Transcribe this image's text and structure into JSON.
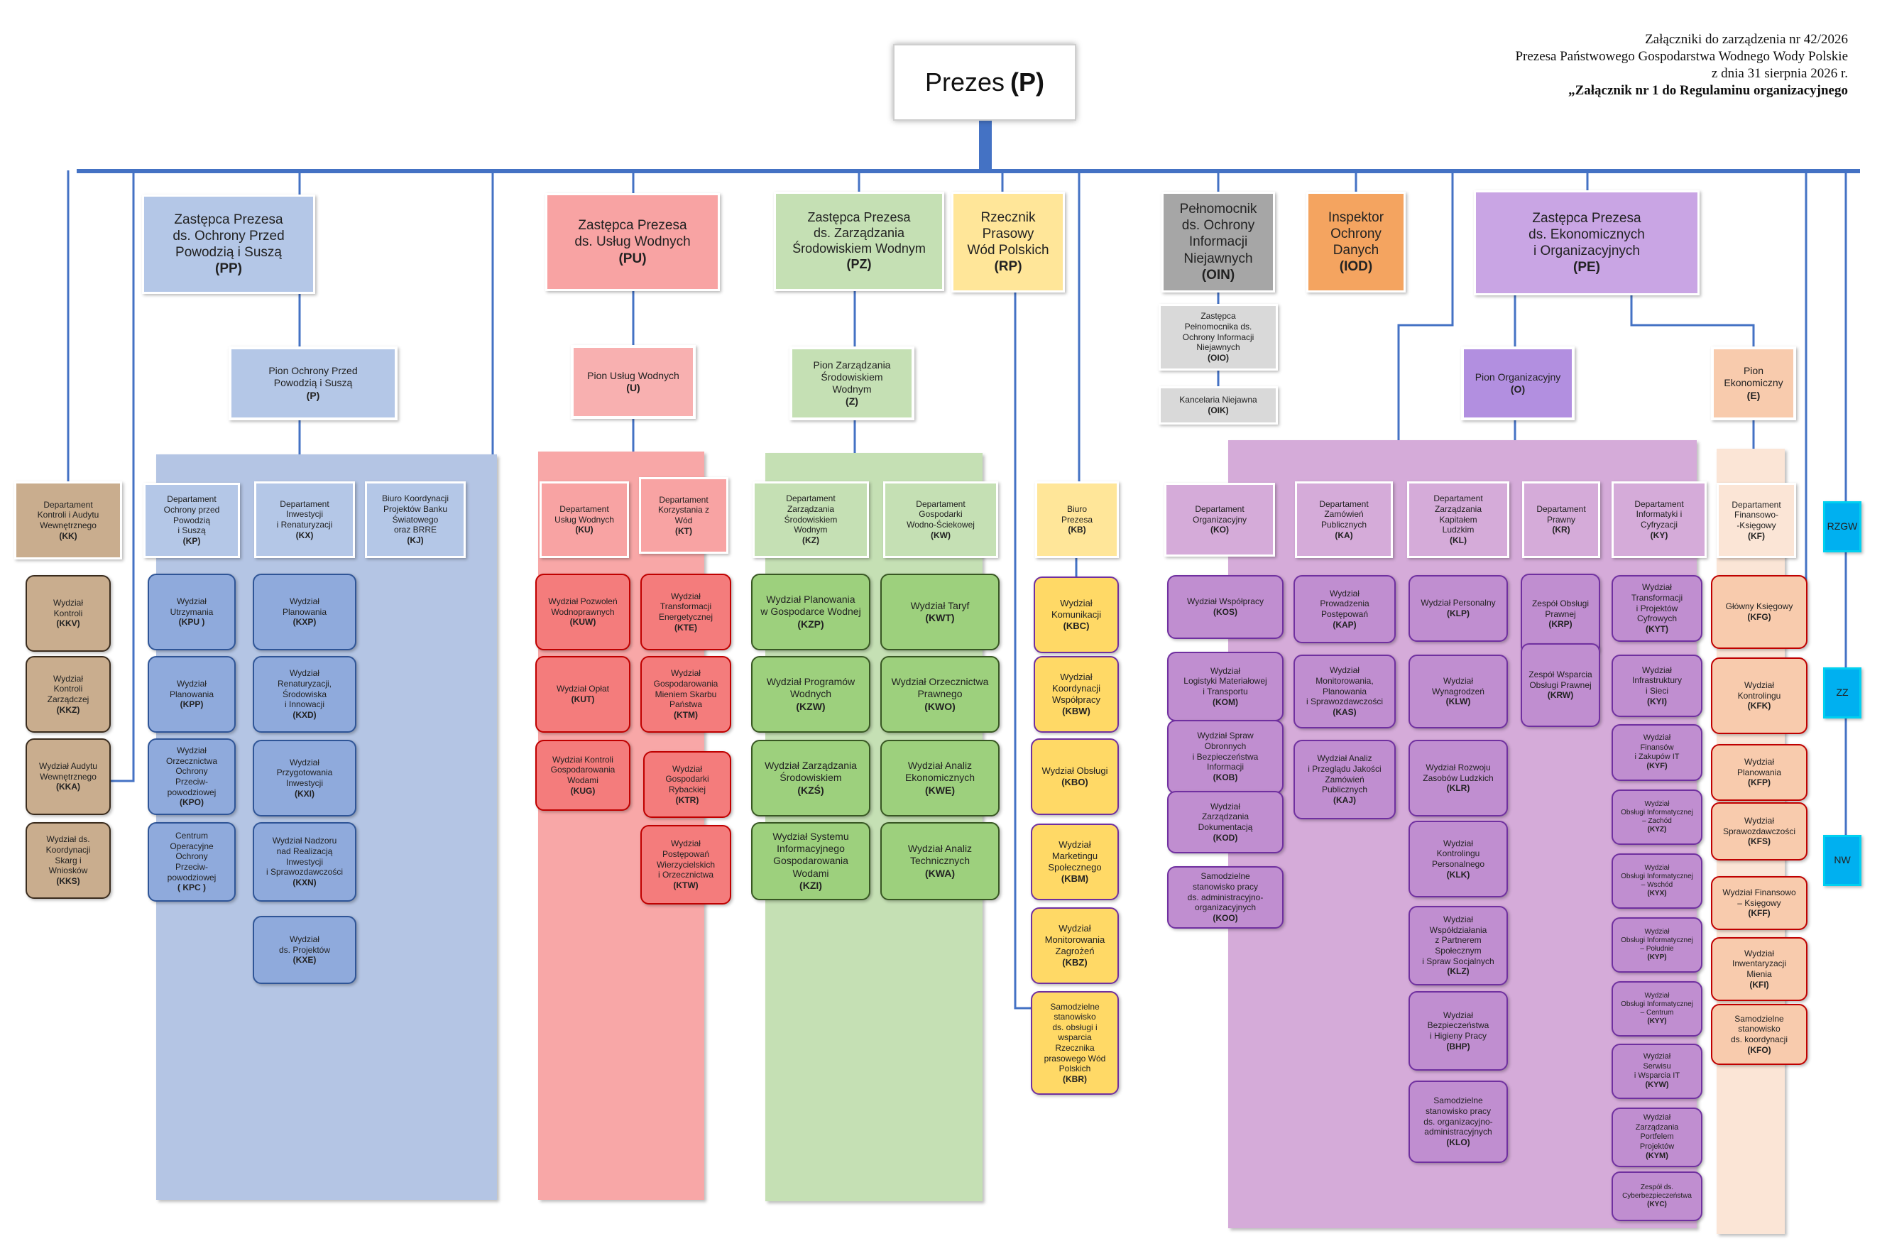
{
  "header": {
    "line1": "Załączniki do zarządzenia nr 42/2026",
    "line2": "Prezesa Państwowego Gospodarstwa Wodnego Wody Polskie",
    "line3": "z dnia 31 sierpnia 2026 r.",
    "line4": "„Załącznik nr 1 do Regulaminu organizacyjnego"
  },
  "colors": {
    "wire": "#4472c4"
  },
  "backgrounds": [
    {
      "id": "bg-pp",
      "color": "#b4c5e4"
    },
    {
      "id": "bg-pu",
      "color": "#f8a7a7"
    },
    {
      "id": "bg-pz",
      "color": "#c5e0b4"
    },
    {
      "id": "bg-pe",
      "color": "#d5abd9"
    },
    {
      "id": "bg-pion-e",
      "color": "#fbe5d6"
    }
  ],
  "units": [
    {
      "id": "p",
      "name": "Prezes",
      "code": "(P)",
      "kind": "top",
      "color": "#ffffff",
      "border": "#cfcfcf"
    },
    {
      "id": "pp",
      "name": "Zastępca Prezesa\nds. Ochrony Przed\nPowodzią i Suszą",
      "code": "(PP)",
      "kind": "dep",
      "color": "#b4c7e7"
    },
    {
      "id": "pu",
      "name": "Zastępca Prezesa\nds. Usług Wodnych",
      "code": "(PU)",
      "kind": "dep",
      "color": "#f8a3a3"
    },
    {
      "id": "pz",
      "name": "Zastępca Prezesa\nds. Zarządzania\nŚrodowiskiem Wodnym",
      "code": "(PZ)",
      "kind": "dep",
      "color": "#c5e0b4"
    },
    {
      "id": "rp",
      "name": "Rzecznik\nPrasowy\nWód Polskich",
      "code": "(RP)",
      "kind": "dep",
      "color": "#ffe699"
    },
    {
      "id": "oin",
      "name": "Pełnomocnik\nds. Ochrony\nInformacji\nNiejawnych",
      "code": "(OIN)",
      "kind": "dep",
      "color": "#a6a6a6"
    },
    {
      "id": "iod",
      "name": "Inspektor\nOchrony\nDanych",
      "code": "(IOD)",
      "kind": "dep",
      "color": "#f4a460"
    },
    {
      "id": "pe",
      "name": "Zastępca Prezesa\nds. Ekonomicznych\ni Organizacyjnych",
      "code": "(PE)",
      "kind": "dep",
      "color": "#c9a5e4"
    },
    {
      "id": "pion-p",
      "name": "Pion Ochrony Przed\nPowodzią i Suszą",
      "code": "(P)",
      "kind": "pion",
      "color": "#b4c7e7",
      "inline": true
    },
    {
      "id": "pion-u",
      "name": "Pion Usług Wodnych",
      "code": "(U)",
      "kind": "pion",
      "color": "#f8b0b0"
    },
    {
      "id": "pion-z",
      "name": "Pion Zarządzania\nŚrodowiskiem\nWodnym",
      "code": "(Z)",
      "kind": "pion",
      "color": "#c5e0b4",
      "inline": true
    },
    {
      "id": "pion-o",
      "name": "Pion Organizacyjny",
      "code": "(O)",
      "kind": "pion",
      "color": "#b28fe0"
    },
    {
      "id": "pion-e",
      "name": "Pion\nEkonomiczny",
      "code": "(E)",
      "kind": "pion",
      "color": "#f8cbad"
    },
    {
      "id": "oio",
      "name": "Zastępca\nPełnomocnika ds.\nOchrony Informacji\nNiejawnych",
      "code": "(OIO)",
      "kind": "dep",
      "color": "#d9d9d9"
    },
    {
      "id": "oik",
      "name": "Kancelaria Niejawna",
      "code": "(OIK)",
      "kind": "dep",
      "color": "#d9d9d9"
    },
    {
      "id": "kk",
      "name": "Departament\nKontroli i Audytu\nWewnętrznego",
      "code": "(KK)",
      "kind": "dep",
      "color": "#c9ad8e"
    },
    {
      "id": "kkv",
      "name": "Wydział\nKontroli",
      "code": "(KKV)",
      "kind": "unit",
      "color": "#c9ad8e",
      "border": "#3a2c1e"
    },
    {
      "id": "kkz",
      "name": "Wydział\nKontroli\nZarządczej",
      "code": "(KKZ)",
      "kind": "unit",
      "color": "#c9ad8e",
      "border": "#3a2c1e"
    },
    {
      "id": "kka",
      "name": "Wydział Audytu\nWewnętrznego",
      "code": "(KKA)",
      "kind": "unit",
      "color": "#c9ad8e",
      "border": "#3a2c1e"
    },
    {
      "id": "kks",
      "name": "Wydział ds.\nKoordynacji\nSkarg i\nWniosków",
      "code": "(KKS)",
      "kind": "unit",
      "color": "#c9ad8e",
      "border": "#3a2c1e"
    },
    {
      "id": "kp",
      "name": "Departament\nOchrony przed\nPowodzią\ni Suszą",
      "code": "(KP)",
      "kind": "dep",
      "color": "#b4c7e7"
    },
    {
      "id": "kx",
      "name": "Departament\nInwestycji\ni Renaturyzacji",
      "code": "(KX)",
      "kind": "dep",
      "color": "#b4c7e7"
    },
    {
      "id": "kj",
      "name": "Biuro Koordynacji\nProjektów Banku\nŚwiatowego\noraz BRRE",
      "code": "(KJ)",
      "kind": "dep",
      "color": "#b4c7e7"
    },
    {
      "id": "kpu",
      "name": "Wydział\nUtrzymania",
      "code": "(KPU )",
      "kind": "unit",
      "color": "#8faadc",
      "border": "#2f5597"
    },
    {
      "id": "kpp",
      "name": "Wydział\nPlanowania",
      "code": "(KPP)",
      "kind": "unit",
      "color": "#8faadc",
      "border": "#2f5597"
    },
    {
      "id": "kpo",
      "name": "Wydział\nOrzecznictwa\nOchrony\nPrzeciw-\npowodziowej",
      "code": "(KPO)",
      "kind": "unit",
      "color": "#8faadc",
      "border": "#2f5597"
    },
    {
      "id": "kpc",
      "name": "Centrum\nOperacyjne\nOchrony\nPrzeciw-\npowodziowej",
      "code": "( KPC )",
      "kind": "unit",
      "color": "#8faadc",
      "border": "#2f5597"
    },
    {
      "id": "kxp",
      "name": "Wydział\nPlanowania",
      "code": "(KXP)",
      "kind": "unit",
      "color": "#8faadc",
      "border": "#2f5597"
    },
    {
      "id": "kxd",
      "name": "Wydział\nRenaturyzacji,\nŚrodowiska\ni Innowacji",
      "code": "(KXD)",
      "kind": "unit",
      "color": "#8faadc",
      "border": "#2f5597"
    },
    {
      "id": "kxi",
      "name": "Wydział\nPrzygotowania\nInwestycji",
      "code": "(KXI)",
      "kind": "unit",
      "color": "#8faadc",
      "border": "#2f5597"
    },
    {
      "id": "kxn",
      "name": "Wydział Nadzoru\nnad Realizacją\nInwestycji\ni Sprawozdawczości",
      "code": "(KXN)",
      "kind": "unit",
      "color": "#8faadc",
      "border": "#2f5597"
    },
    {
      "id": "kxe",
      "name": "Wydział\nds. Projektów",
      "code": "(KXE)",
      "kind": "unit",
      "color": "#8faadc",
      "border": "#2f5597"
    },
    {
      "id": "ku",
      "name": "Departament\nUsług Wodnych",
      "code": "(KU)",
      "kind": "dep",
      "color": "#f8a3a3"
    },
    {
      "id": "kt",
      "name": "Departament\nKorzystania z\nWód",
      "code": "(KT)",
      "kind": "dep",
      "color": "#f8a3a3"
    },
    {
      "id": "kuw",
      "name": "Wydział Pozwoleń\nWodnoprawnych",
      "code": "(KUW)",
      "kind": "unit",
      "color": "#f47c7c",
      "border": "#c00000"
    },
    {
      "id": "kut",
      "name": "Wydział Opłat",
      "code": "(KUT)",
      "kind": "unit",
      "color": "#f47c7c",
      "border": "#c00000"
    },
    {
      "id": "kug",
      "name": "Wydział Kontroli\nGospodarowania\nWodami",
      "code": "(KUG)",
      "kind": "unit",
      "color": "#f47c7c",
      "border": "#c00000"
    },
    {
      "id": "kte",
      "name": "Wydział\nTransformacji\nEnergetycznej",
      "code": "(KTE)",
      "kind": "unit",
      "color": "#f47c7c",
      "border": "#c00000"
    },
    {
      "id": "ktm",
      "name": "Wydział\nGospodarowania\nMieniem Skarbu\nPaństwa",
      "code": "(KTM)",
      "kind": "unit",
      "color": "#f47c7c",
      "border": "#c00000"
    },
    {
      "id": "ktr",
      "name": "Wydział\nGospodarki\nRybackiej",
      "code": "(KTR)",
      "kind": "unit",
      "color": "#f47c7c",
      "border": "#c00000"
    },
    {
      "id": "ktw",
      "name": "Wydział\nPostępowań\nWierzycielskich\ni Orzecznictwa",
      "code": "(KTW)",
      "kind": "unit",
      "color": "#f47c7c",
      "border": "#c00000"
    },
    {
      "id": "kz",
      "name": "Departament\nZarządzania\nŚrodowiskiem\nWodnym",
      "code": "(KZ)",
      "kind": "dep",
      "color": "#c5e0b4"
    },
    {
      "id": "kw",
      "name": "Departament\nGospodarki\nWodno-Ściekowej",
      "code": "(KW)",
      "kind": "dep",
      "color": "#c5e0b4"
    },
    {
      "id": "kzp",
      "name": "Wydział Planowania\nw Gospodarce Wodnej",
      "code": "(KZP)",
      "kind": "unit",
      "color": "#9dd07d",
      "border": "#385723"
    },
    {
      "id": "kzw",
      "name": "Wydział Programów\nWodnych",
      "code": "(KZW)",
      "kind": "unit",
      "color": "#9dd07d",
      "border": "#385723"
    },
    {
      "id": "kzs",
      "name": "Wydział Zarządzania\nŚrodowiskiem",
      "code": "(KZŚ)",
      "kind": "unit",
      "color": "#9dd07d",
      "border": "#385723"
    },
    {
      "id": "kzi",
      "name": "Wydział Systemu\nInformacyjnego\nGospodarowania\nWodami",
      "code": "(KZI)",
      "kind": "unit",
      "color": "#9dd07d",
      "border": "#385723"
    },
    {
      "id": "kwt",
      "name": "Wydział Taryf",
      "code": "(KWT)",
      "kind": "unit",
      "color": "#9dd07d",
      "border": "#385723"
    },
    {
      "id": "kwo",
      "name": "Wydział Orzecznictwa\nPrawnego",
      "code": "(KWO)",
      "kind": "unit",
      "color": "#9dd07d",
      "border": "#385723"
    },
    {
      "id": "kwe",
      "name": "Wydział Analiz\nEkonomicznych",
      "code": "(KWE)",
      "kind": "unit",
      "color": "#9dd07d",
      "border": "#385723"
    },
    {
      "id": "kwa",
      "name": "Wydział Analiz\nTechnicznych",
      "code": "(KWA)",
      "kind": "unit",
      "color": "#9dd07d",
      "border": "#385723"
    },
    {
      "id": "kb",
      "name": "Biuro\nPrezesa",
      "code": "(KB)",
      "kind": "dep",
      "color": "#ffe699"
    },
    {
      "id": "kbc",
      "name": "Wydział\nKomunikacji",
      "code": "(KBC)",
      "kind": "unit",
      "color": "#ffd966",
      "border": "#7030a0"
    },
    {
      "id": "kbw",
      "name": "Wydział\nKoordynacji\nWspółpracy",
      "code": "(KBW)",
      "kind": "unit",
      "color": "#ffd966",
      "border": "#7030a0"
    },
    {
      "id": "kbo",
      "name": "Wydział Obsługi",
      "code": "(KBO)",
      "kind": "unit",
      "color": "#ffd966",
      "border": "#7030a0"
    },
    {
      "id": "kbm",
      "name": "Wydział\nMarketingu\nSpołecznego",
      "code": "(KBM)",
      "kind": "unit",
      "color": "#ffd966",
      "border": "#7030a0"
    },
    {
      "id": "kbz",
      "name": "Wydział\nMonitorowania\nZagrożeń",
      "code": "(KBZ)",
      "kind": "unit",
      "color": "#ffd966",
      "border": "#7030a0"
    },
    {
      "id": "kbr",
      "name": "Samodzielne\nstanowisko\nds. obsługi i\nwsparcia\nRzecznika\nprasowego Wód\nPolskich",
      "code": "(KBR)",
      "kind": "unit",
      "color": "#ffd966",
      "border": "#7030a0"
    },
    {
      "id": "ko",
      "name": "Departament\nOrganizacyjny",
      "code": "(KO)",
      "kind": "dep",
      "color": "#d5abd9"
    },
    {
      "id": "ka",
      "name": "Departament\nZamówień\nPublicznych",
      "code": "(KA)",
      "kind": "dep",
      "color": "#d5abd9"
    },
    {
      "id": "kl",
      "name": "Departament\nZarządzania\nKapitałem\nLudzkim",
      "code": "(KL)",
      "kind": "dep",
      "color": "#d5abd9"
    },
    {
      "id": "kr",
      "name": "Departament\nPrawny",
      "code": "(KR)",
      "kind": "dep",
      "color": "#d5abd9"
    },
    {
      "id": "ky",
      "name": "Departament\nInformatyki i\nCyfryzacji",
      "code": "(KY)",
      "kind": "dep",
      "color": "#d5abd9"
    },
    {
      "id": "kos",
      "name": "Wydział Współpracy",
      "code": "(KOS)",
      "kind": "unit",
      "color": "#c08ed0",
      "border": "#7030a0"
    },
    {
      "id": "kom",
      "name": "Wydział\nLogistyki Materiałowej\ni Transportu",
      "code": "(KOM)",
      "kind": "unit",
      "color": "#c08ed0",
      "border": "#7030a0"
    },
    {
      "id": "kob",
      "name": "Wydział Spraw\nObronnych\ni Bezpieczeństwa\nInformacji",
      "code": "(KOB)",
      "kind": "unit",
      "color": "#c08ed0",
      "border": "#7030a0"
    },
    {
      "id": "kod",
      "name": "Wydział\nZarządzania\nDokumentacją",
      "code": "(KOD)",
      "kind": "unit",
      "color": "#c08ed0",
      "border": "#7030a0"
    },
    {
      "id": "koo",
      "name": "Samodzielne\nstanowisko pracy\nds. administracyjno-\norganizacyjnych",
      "code": "(KOO)",
      "kind": "unit",
      "color": "#c08ed0",
      "border": "#7030a0"
    },
    {
      "id": "kap",
      "name": "Wydział\nProwadzenia\nPostępowań",
      "code": "(KAP)",
      "kind": "unit",
      "color": "#c08ed0",
      "border": "#7030a0"
    },
    {
      "id": "kas",
      "name": "Wydział\nMonitorowania,\nPlanowania\ni Sprawozdawczości",
      "code": "(KAS)",
      "kind": "unit",
      "color": "#c08ed0",
      "border": "#7030a0"
    },
    {
      "id": "kaj",
      "name": "Wydział Analiz\ni Przeglądu Jakości\nZamówień\nPublicznych",
      "code": "(KAJ)",
      "kind": "unit",
      "color": "#c08ed0",
      "border": "#7030a0"
    },
    {
      "id": "klp",
      "name": "Wydział Personalny",
      "code": "(KLP)",
      "kind": "unit",
      "color": "#c08ed0",
      "border": "#7030a0"
    },
    {
      "id": "klw",
      "name": "Wydział\nWynagrodzeń",
      "code": "(KLW)",
      "kind": "unit",
      "color": "#c08ed0",
      "border": "#7030a0"
    },
    {
      "id": "klr",
      "name": "Wydział Rozwoju\nZasobów Ludzkich",
      "code": "(KLR)",
      "kind": "unit",
      "color": "#c08ed0",
      "border": "#7030a0"
    },
    {
      "id": "klk",
      "name": "Wydział\nKontrolingu\nPersonalnego",
      "code": "(KLK)",
      "kind": "unit",
      "color": "#c08ed0",
      "border": "#7030a0"
    },
    {
      "id": "klz",
      "name": "Wydział\nWspółdziałania\nz Partnerem\nSpołecznym\ni Spraw Socjalnych",
      "code": "(KLZ)",
      "kind": "unit",
      "color": "#c08ed0",
      "border": "#7030a0"
    },
    {
      "id": "bhp",
      "name": "Wydział\nBezpieczeństwa\ni Higieny Pracy",
      "code": "(BHP)",
      "kind": "unit",
      "color": "#c08ed0",
      "border": "#7030a0"
    },
    {
      "id": "klo",
      "name": "Samodzielne\nstanowisko pracy\nds. organizacyjno-\nadministracyjnych",
      "code": "(KLO)",
      "kind": "unit",
      "color": "#c08ed0",
      "border": "#7030a0"
    },
    {
      "id": "krp",
      "name": "Zespół Obsługi\nPrawnej",
      "code": "(KRP)",
      "kind": "unit",
      "color": "#c08ed0",
      "border": "#7030a0"
    },
    {
      "id": "krw",
      "name": "Zespół Wsparcia\nObsługi Prawnej",
      "code": "(KRW)",
      "kind": "unit",
      "color": "#c08ed0",
      "border": "#7030a0"
    },
    {
      "id": "kyt",
      "name": "Wydział\nTransformacji\ni Projektów\nCyfrowych",
      "code": "(KYT)",
      "kind": "unit",
      "color": "#c08ed0",
      "border": "#7030a0"
    },
    {
      "id": "kyi",
      "name": "Wydział\nInfrastruktury\ni Sieci",
      "code": "(KYI)",
      "kind": "unit",
      "color": "#c08ed0",
      "border": "#7030a0"
    },
    {
      "id": "kyf",
      "name": "Wydział\nFinansów\ni Zakupów IT",
      "code": "(KYF)",
      "kind": "unit",
      "color": "#c08ed0",
      "border": "#7030a0"
    },
    {
      "id": "kyz",
      "name": "Wydział\nObsługi Informatycznej\n– Zachód",
      "code": "(KYZ)",
      "kind": "unit",
      "color": "#c08ed0",
      "border": "#7030a0"
    },
    {
      "id": "kyx",
      "name": "Wydział\nObsługi Informatycznej\n– Wschód",
      "code": "(KYX)",
      "kind": "unit",
      "color": "#c08ed0",
      "border": "#7030a0"
    },
    {
      "id": "kyp",
      "name": "Wydział\nObsługi Informatycznej\n– Południe",
      "code": "(KYP)",
      "kind": "unit",
      "color": "#c08ed0",
      "border": "#7030a0"
    },
    {
      "id": "kyy",
      "name": "Wydział\nObsługi Informatycznej\n– Centrum",
      "code": "(KYY)",
      "kind": "unit",
      "color": "#c08ed0",
      "border": "#7030a0"
    },
    {
      "id": "kyw",
      "name": "Wydział\nSerwisu\ni Wsparcia IT",
      "code": "(KYW)",
      "kind": "unit",
      "color": "#c08ed0",
      "border": "#7030a0"
    },
    {
      "id": "kym",
      "name": "Wydział\nZarządzania\nPortfelem\nProjektów",
      "code": "(KYM)",
      "kind": "unit",
      "color": "#c08ed0",
      "border": "#7030a0"
    },
    {
      "id": "kyc",
      "name": "Zespół ds.\nCyberbezpieczeństwa",
      "code": "(KYC)",
      "kind": "unit",
      "color": "#c08ed0",
      "border": "#7030a0"
    },
    {
      "id": "kf",
      "name": "Departament\nFinansowo-\n-Księgowy",
      "code": "(KF)",
      "kind": "dep",
      "color": "#fbe5d6"
    },
    {
      "id": "kfg",
      "name": "Główny Księgowy",
      "code": "(KFG)",
      "kind": "unit",
      "color": "#f8cbad",
      "border": "#c00000"
    },
    {
      "id": "kfk",
      "name": "Wydział\nKontrolingu",
      "code": "(KFK)",
      "kind": "unit",
      "color": "#f8cbad",
      "border": "#c00000"
    },
    {
      "id": "kfp",
      "name": "Wydział\nPlanowania",
      "code": "(KFP)",
      "kind": "unit",
      "color": "#f8cbad",
      "border": "#c00000"
    },
    {
      "id": "kfs",
      "name": "Wydział\nSprawozdawczości",
      "code": "(KFS)",
      "kind": "unit",
      "color": "#f8cbad",
      "border": "#c00000"
    },
    {
      "id": "kff",
      "name": "Wydział Finansowo\n– Księgowy",
      "code": "(KFF)",
      "kind": "unit",
      "color": "#f8cbad",
      "border": "#c00000"
    },
    {
      "id": "kfi",
      "name": "Wydział\nInwentaryzacji\nMienia",
      "code": "(KFI)",
      "kind": "unit",
      "color": "#f8cbad",
      "border": "#c00000"
    },
    {
      "id": "kfo",
      "name": "Samodzielne\nstanowisko\nds. koordynacji",
      "code": "(KFO)",
      "kind": "unit",
      "color": "#f8cbad",
      "border": "#c00000"
    },
    {
      "id": "rzgw",
      "name": "RZGW",
      "code": "",
      "kind": "dep",
      "color": "#00b0f0",
      "border": "#00d0f0"
    },
    {
      "id": "zz",
      "name": "ZZ",
      "code": "",
      "kind": "dep",
      "color": "#00b0f0",
      "border": "#00d0f0"
    },
    {
      "id": "nw",
      "name": "NW",
      "code": "",
      "kind": "dep",
      "color": "#00b0f0",
      "border": "#00d0f0"
    }
  ]
}
